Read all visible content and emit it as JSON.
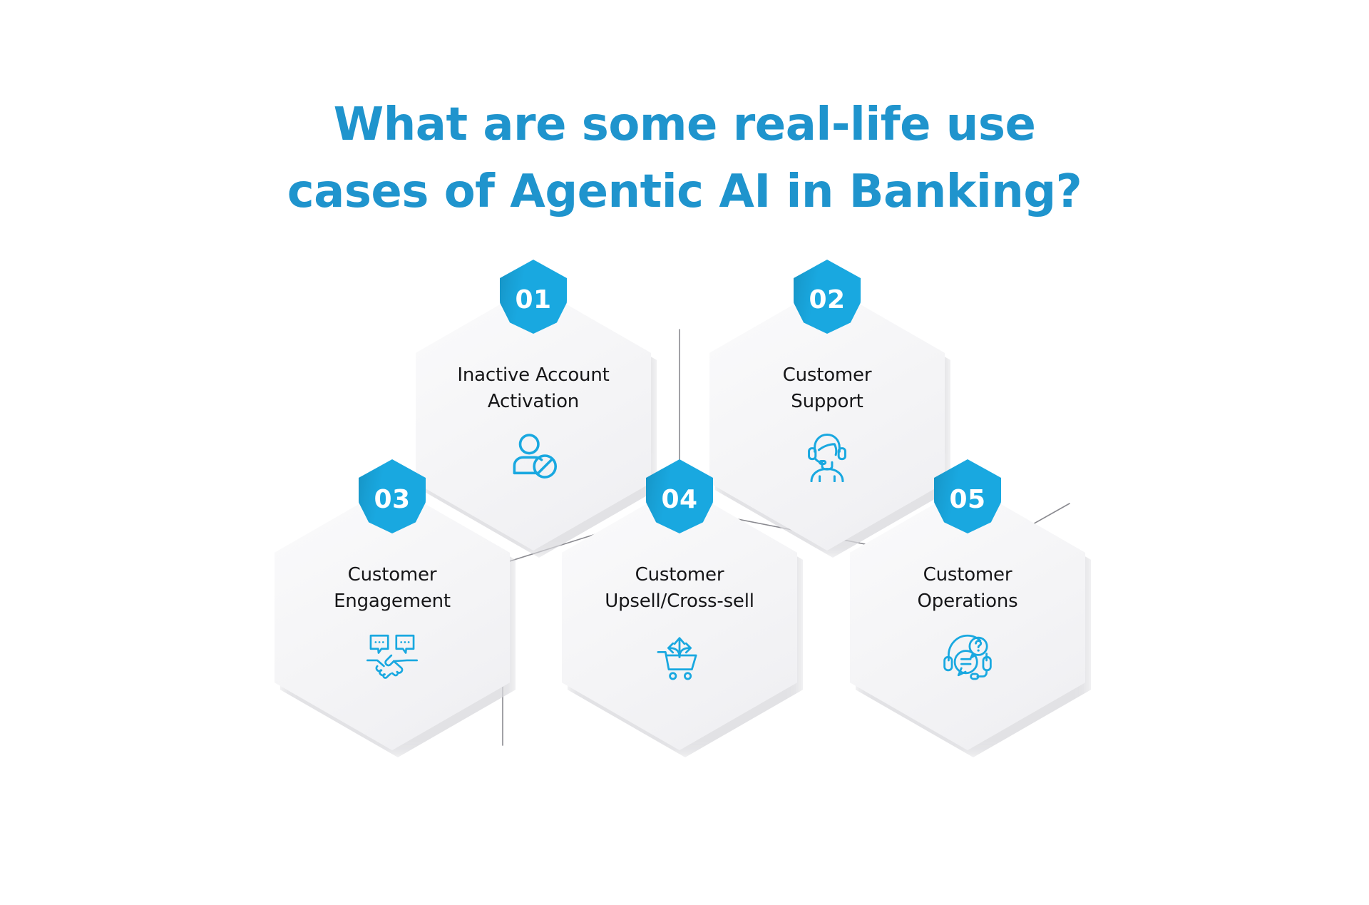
{
  "page": {
    "background_color": "#ffffff",
    "accent_color": "#19a8e0",
    "title_color": "#1f94cd",
    "label_color": "#161618",
    "card_fill": "#f4f4f6",
    "connector_color": "#8a8a90"
  },
  "title": {
    "line1": "What are some real-life use",
    "line2": "cases of Agentic AI in Banking?"
  },
  "cards": [
    {
      "number": "01",
      "label": "Inactive Account\nActivation",
      "icon": "user-blocked-icon"
    },
    {
      "number": "02",
      "label": "Customer\nSupport",
      "icon": "headset-agent-icon"
    },
    {
      "number": "03",
      "label": "Customer\nEngagement",
      "icon": "handshake-chat-icon"
    },
    {
      "number": "04",
      "label": "Customer\nUpsell/Cross-sell",
      "icon": "cart-arrows-icon"
    },
    {
      "number": "05",
      "label": "Customer\nOperations",
      "icon": "headset-support-chat-icon"
    }
  ]
}
